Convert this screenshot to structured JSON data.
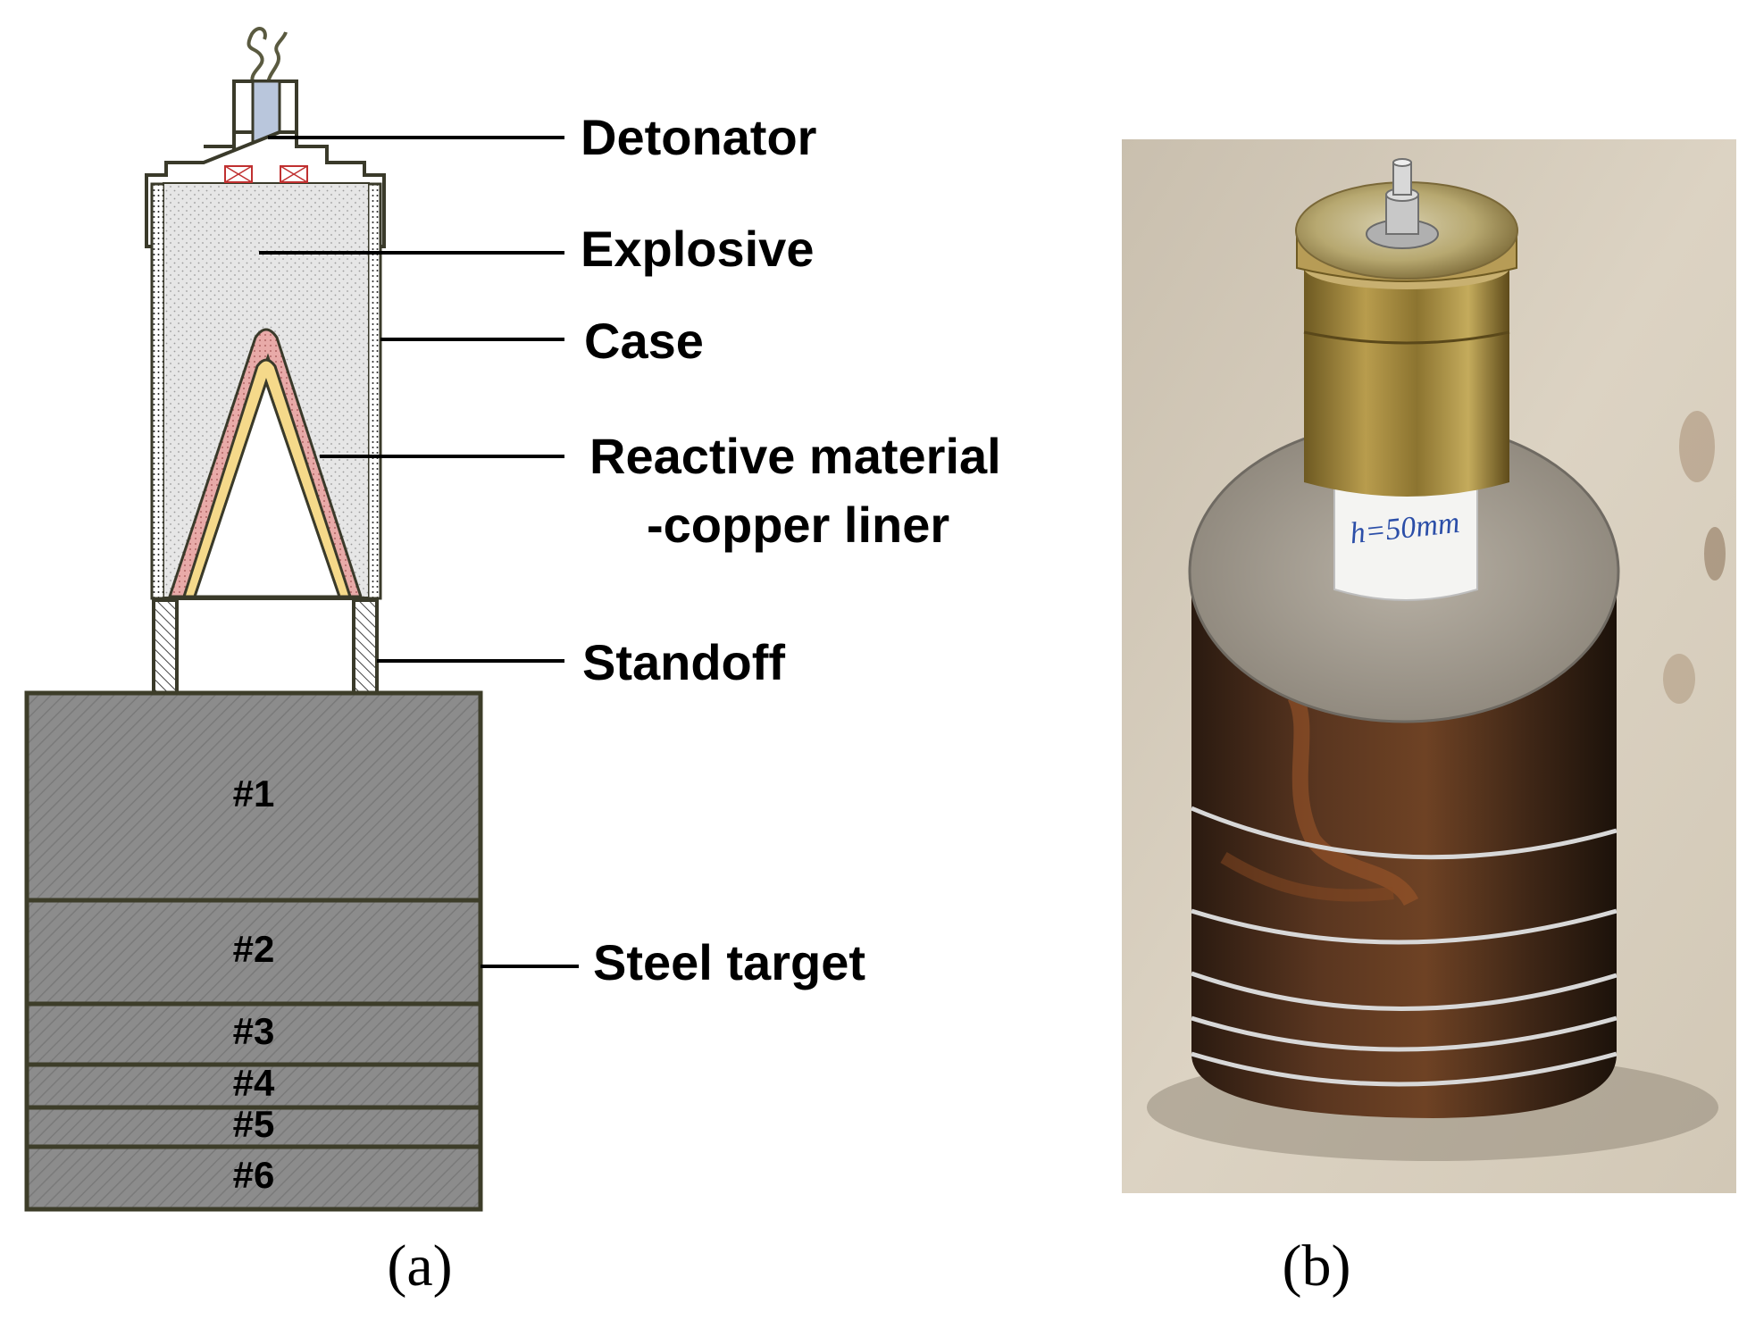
{
  "panel_a": {
    "labels": {
      "detonator": "Detonator",
      "explosive": "Explosive",
      "case": "Case",
      "liner_line1": "Reactive material",
      "liner_line2": "-copper liner",
      "standoff": "Standoff",
      "steel_target": "Steel target"
    },
    "plates": [
      "#1",
      "#2",
      "#3",
      "#4",
      "#5",
      "#6"
    ],
    "caption": "(a)",
    "colors": {
      "case_outline": "#3a3a2a",
      "explosive": "#e6e6e6",
      "detonator": "#b9c6dc",
      "reactive_layer": "#e8aaa8",
      "copper_layer": "#f5d98a",
      "steel_fill": "#8c8c8c",
      "steel_outline": "#3d3d29"
    }
  },
  "panel_b": {
    "caption": "(b)",
    "annotation": "h=50mm",
    "colors": {
      "background": "#d9cfbd",
      "brass": "#a58a3c",
      "steel_top": "#a9a297",
      "rust": "#4a2b16"
    }
  }
}
